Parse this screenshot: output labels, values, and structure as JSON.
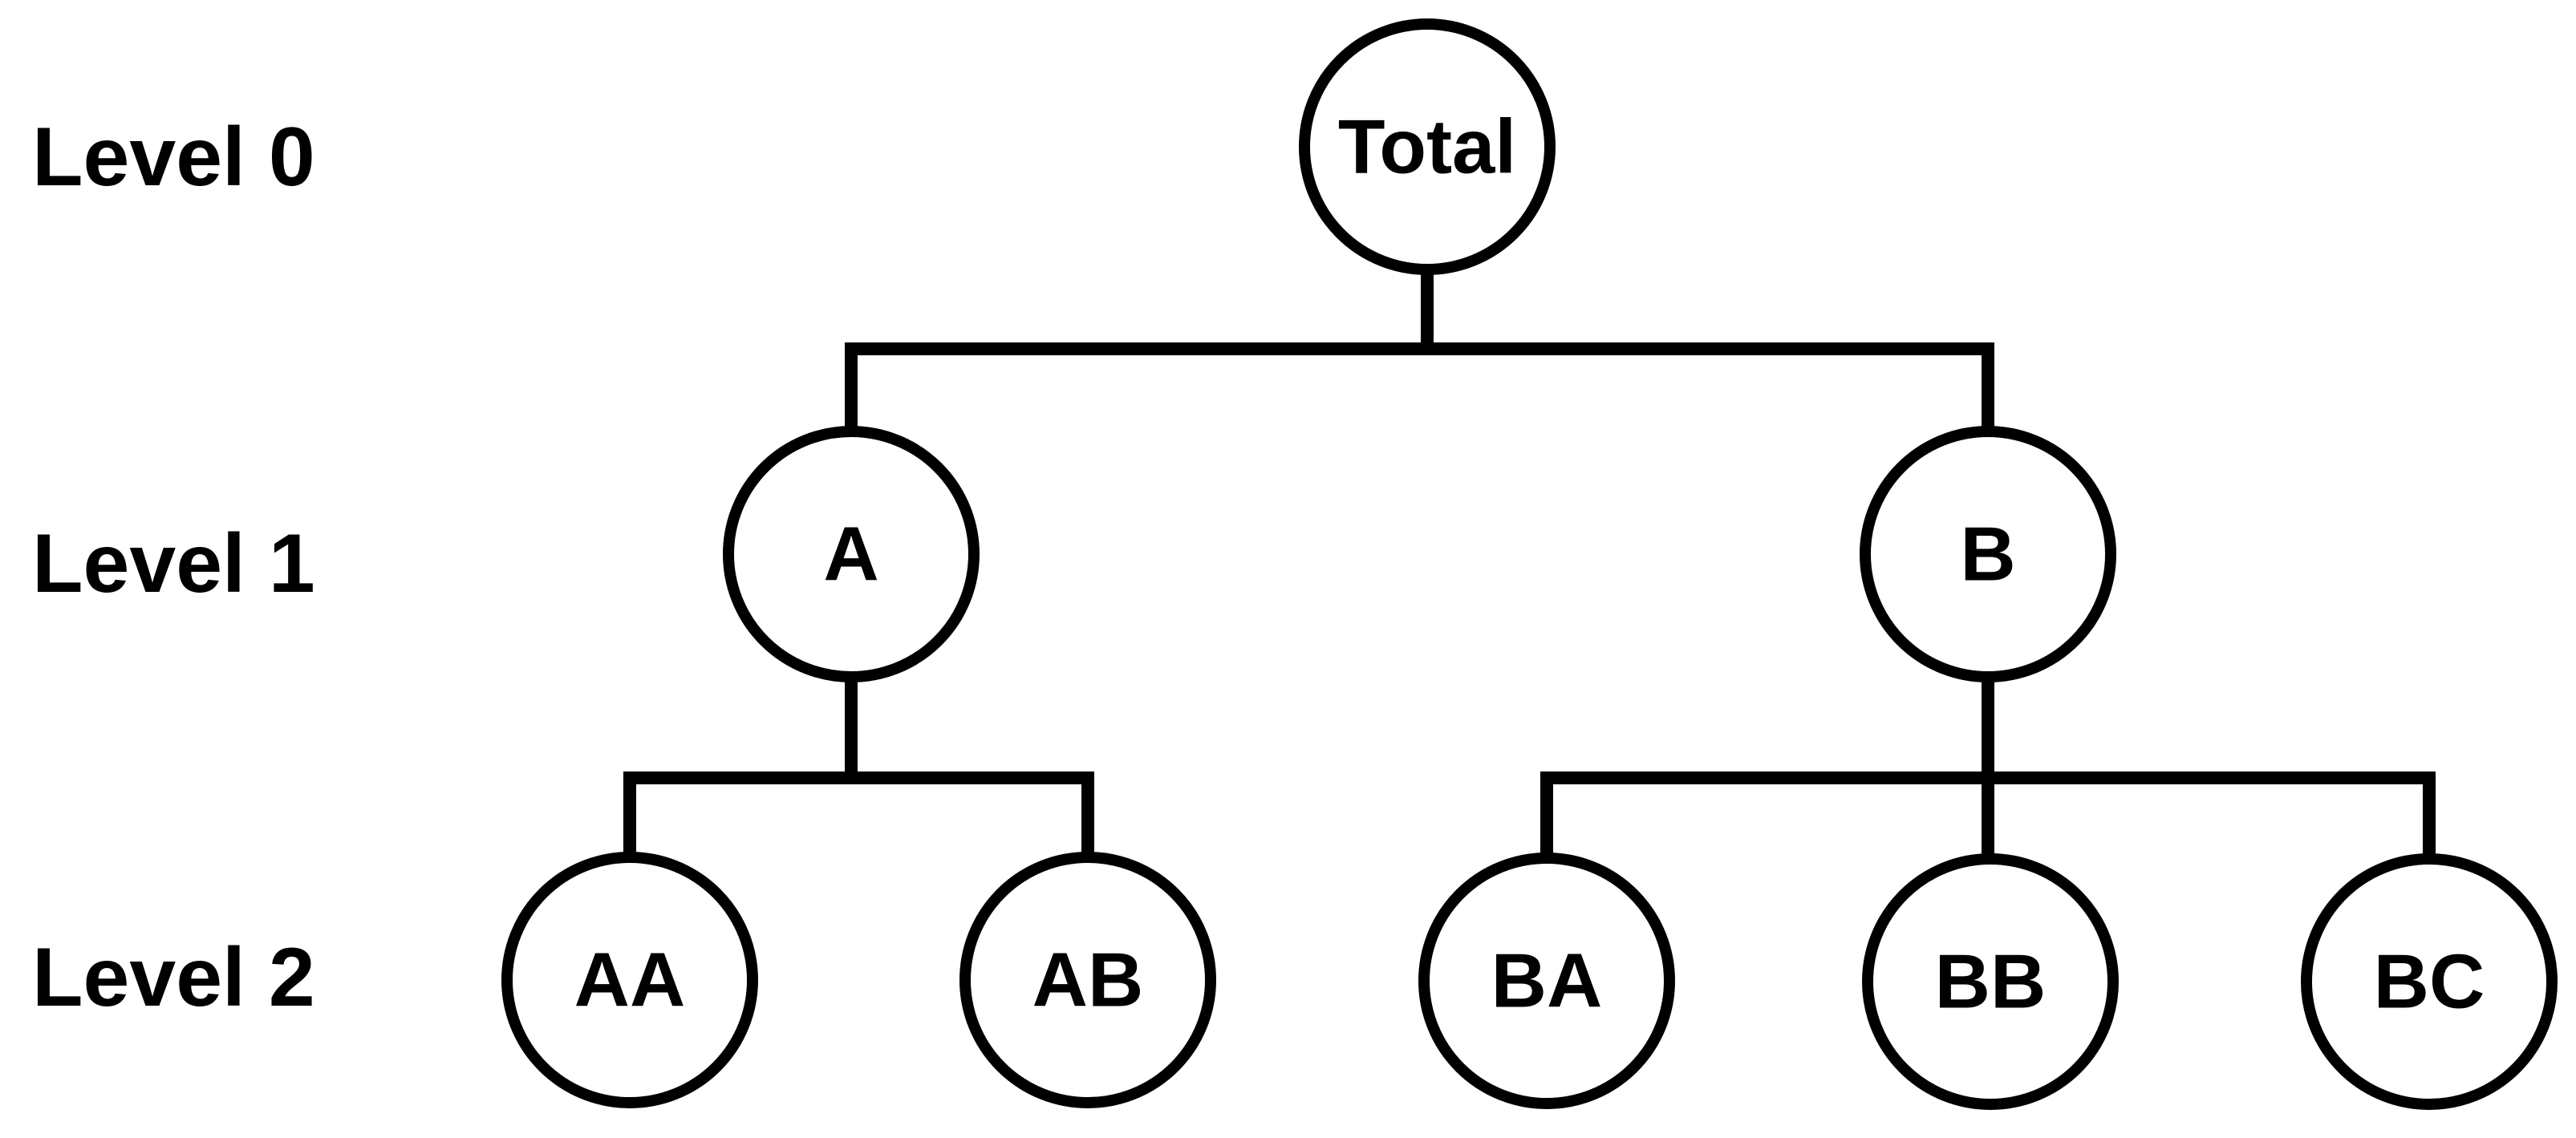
{
  "diagram": {
    "type": "tree",
    "title": "",
    "colors": {
      "ink": "#000000",
      "background": "#ffffff"
    },
    "levels": [
      {
        "label": "Level 0"
      },
      {
        "label": "Level 1"
      },
      {
        "label": "Level 2"
      }
    ],
    "nodes": [
      {
        "id": "total",
        "label": "Total",
        "level": 0,
        "parent": null
      },
      {
        "id": "a",
        "label": "A",
        "level": 1,
        "parent": "total"
      },
      {
        "id": "b",
        "label": "B",
        "level": 1,
        "parent": "total"
      },
      {
        "id": "aa",
        "label": "AA",
        "level": 2,
        "parent": "a"
      },
      {
        "id": "ab",
        "label": "AB",
        "level": 2,
        "parent": "a"
      },
      {
        "id": "ba",
        "label": "BA",
        "level": 2,
        "parent": "b"
      },
      {
        "id": "bb",
        "label": "BB",
        "level": 2,
        "parent": "b"
      },
      {
        "id": "bc",
        "label": "BC",
        "level": 2,
        "parent": "b"
      }
    ]
  }
}
